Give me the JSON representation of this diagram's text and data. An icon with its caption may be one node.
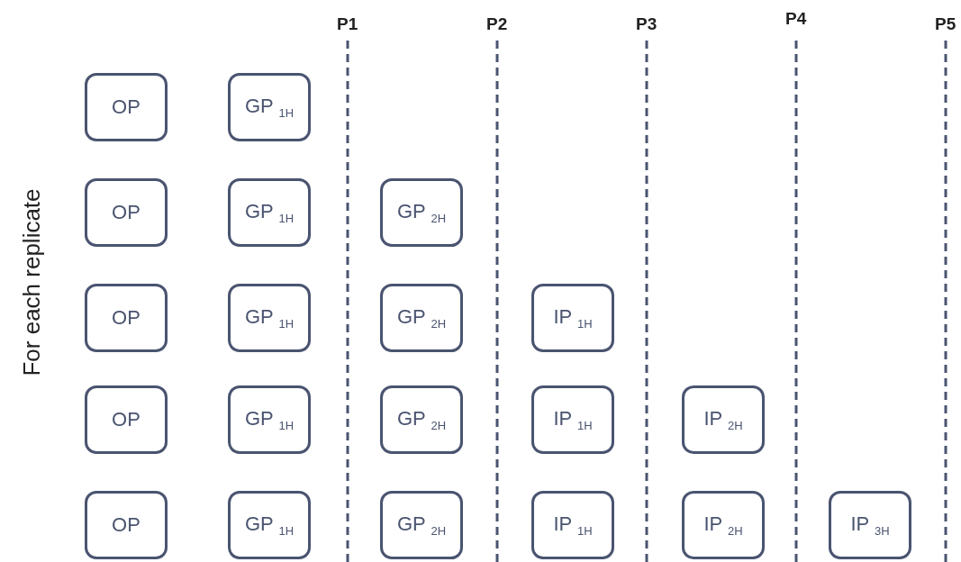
{
  "diagram": {
    "nodes": [
      {
        "text": [
          "OP"
        ]
      },
      {
        "text": [
          "GP $_{1H}$"
        ]
      },
      {
        "text": [
          "OP"
        ]
      },
      {
        "text": [
          "GP $_{1H}$"
        ]
      },
      {
        "text": [
          "GP $_{2H}$"
        ]
      },
      {
        "text": [
          "OP"
        ]
      },
      {
        "text": [
          "GP $_{1H}$"
        ]
      },
      {
        "text": [
          "GP $_{2H}$"
        ]
      },
      {
        "text": [
          "IP $_{1H}$"
        ]
      },
      {
        "text": [
          "OP"
        ]
      },
      {
        "text": [
          "GP $_{1H}$"
        ]
      },
      {
        "text": [
          "GP $_{2H}$"
        ]
      },
      {
        "text": [
          "IP $_{1H}$"
        ]
      },
      {
        "text": [
          "IP $_{2H}$"
        ]
      },
      {
        "text": [
          "OP"
        ]
      },
      {
        "text": [
          "GP $_{1H}$"
        ]
      },
      {
        "text": [
          "GP $_{2H}$"
        ]
      },
      {
        "text": [
          "IP $_{1H}$"
        ]
      },
      {
        "text": [
          "IP $_{2H}$"
        ]
      },
      {
        "text": [
          "IP $_{3H}$"
        ]
      }
    ],
    "labels": [
      "P1",
      "P2",
      "P3",
      "P4",
      "P5",
      "For each replicate"
    ]
  }
}
